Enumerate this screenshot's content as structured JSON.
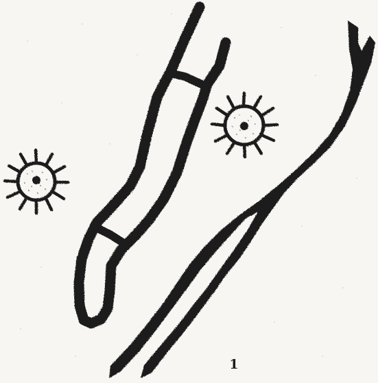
{
  "figure": {
    "number_label": "1"
  },
  "elements": {
    "left_shape": "elongated-outlined-tube",
    "right_shape": "forked-dark-band",
    "upper_organism": "ciliated-sphere",
    "lower_organism": "ciliated-sphere"
  },
  "colors": {
    "paper": "#f7f6f2",
    "ink": "#1b1b1b",
    "stipple": "#8a8a84"
  }
}
